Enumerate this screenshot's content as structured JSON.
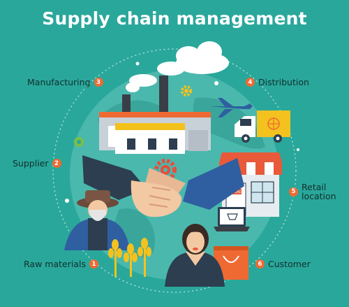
{
  "title": "Supply chain management",
  "steps": [
    {
      "num": "1",
      "label": "Raw materials"
    },
    {
      "num": "2",
      "label": "Supplier"
    },
    {
      "num": "3",
      "label": "Manufacturing"
    },
    {
      "num": "4",
      "label": "Distribution"
    },
    {
      "num": "5",
      "label": "Retail\nlocation"
    },
    {
      "num": "6",
      "label": "Customer"
    }
  ],
  "store_sign": "STORE",
  "colors": {
    "background": "#2aa79b",
    "globe": "#4bb8ad",
    "step_badge": "#ef6a33",
    "awning_red": "#e85a3a",
    "truck_yellow": "#f4c21e"
  }
}
